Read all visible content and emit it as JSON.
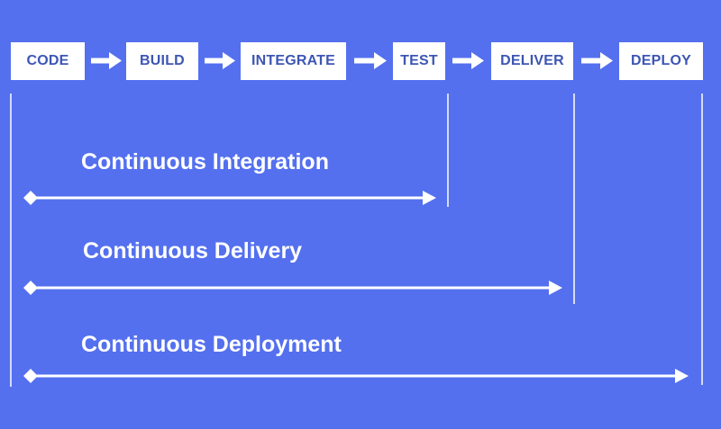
{
  "diagram": {
    "stages": [
      "CODE",
      "BUILD",
      "INTEGRATE",
      "TEST",
      "DELIVER",
      "DEPLOY"
    ],
    "spans": [
      {
        "label": "Continuous Integration",
        "from_stage": "CODE",
        "to_stage": "TEST"
      },
      {
        "label": "Continuous Delivery",
        "from_stage": "CODE",
        "to_stage": "DELIVER"
      },
      {
        "label": "Continuous Deployment",
        "from_stage": "CODE",
        "to_stage": "DEPLOY"
      }
    ]
  },
  "colors": {
    "background": "#5470ef",
    "box": "#ffffff",
    "box_text": "#3d56b4",
    "line": "#ffffff"
  }
}
